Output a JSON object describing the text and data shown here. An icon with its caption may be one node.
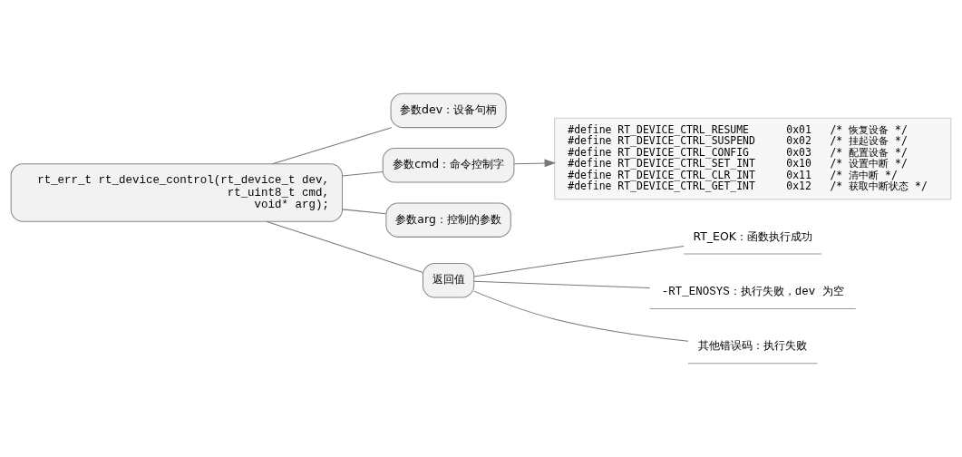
{
  "diagram": {
    "nodes": [
      {
        "text": [
          "#define RT_DEVICE_CTRL_RESUME      0x01   /* 恢复设备 */",
          "#define RT_DEVICE_CTRL_SUSPEND     0x02   /* 挂起设备 */",
          "#define RT_DEVICE_CTRL_CONFIG      0x03   /* 配置设备 */",
          "#define RT_DEVICE_CTRL_SET_INT     0x10   /* 设置中断 */",
          "#define RT_DEVICE_CTRL_CLR_INT     0x11   /* 清中断 */",
          "#define RT_DEVICE_CTRL_GET_INT     0x12   /* 获取中断状态 */"
        ]
      },
      {
        "text": [
          "rt_err_t rt_device_control(rt_device_t dev, rt_uint8_t cmd, void* arg);"
        ]
      },
      {
        "text": [
          "参数dev：设备句柄"
        ]
      },
      {
        "text": [
          "参数cmd：命令控制字"
        ]
      },
      {
        "text": [
          "参数arg：控制的参数"
        ]
      },
      {
        "text": [
          "返回值"
        ]
      },
      {
        "text": [
          "RT_EOK：函数执行成功"
        ]
      },
      {
        "text": [
          "-RT_ENOSYS：执行失败，dev 为空"
        ]
      },
      {
        "text": [
          "其他错误码：执行失败"
        ]
      }
    ],
    "edges": [
      {
        "from": 1,
        "to": 2,
        "arrow": "none"
      },
      {
        "from": 1,
        "to": 3,
        "arrow": "none"
      },
      {
        "from": 1,
        "to": 4,
        "arrow": "none"
      },
      {
        "from": 1,
        "to": 5,
        "arrow": "none"
      },
      {
        "from": 5,
        "to": 6,
        "arrow": "none"
      },
      {
        "from": 5,
        "to": 7,
        "arrow": "none"
      },
      {
        "from": 5,
        "to": 8,
        "arrow": "none"
      },
      {
        "from": 3,
        "to": 0,
        "arrow": "to"
      }
    ]
  }
}
